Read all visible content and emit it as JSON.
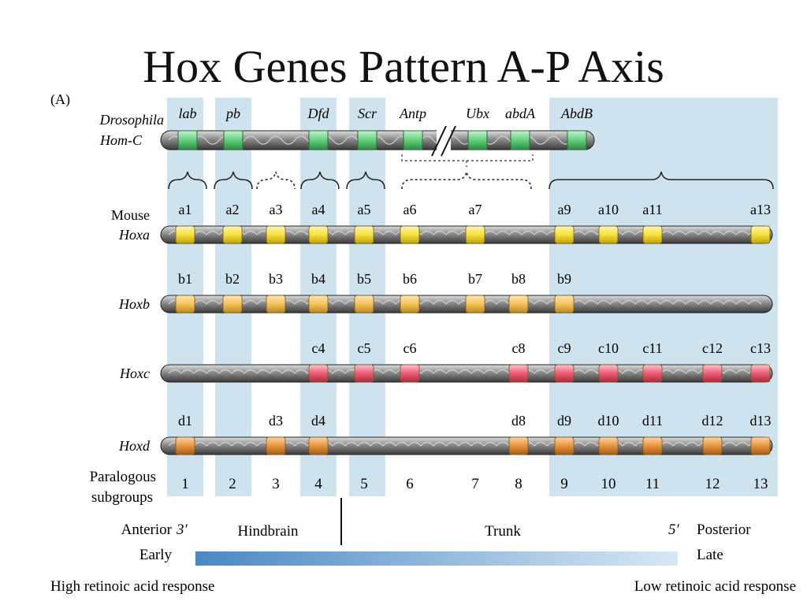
{
  "slide": {
    "title": "Hox Genes Pattern A-P Axis",
    "panel_label": "(A)"
  },
  "colors": {
    "band": "#cfe3ef",
    "green": "#5fd07a",
    "yellow": "#f6e23a",
    "orange_light": "#f6c35a",
    "red": "#ec5a73",
    "orange": "#e8943a",
    "chromosome": "#6f6f6f"
  },
  "species": {
    "drosophila": [
      "Drosophila",
      "Hom-C"
    ],
    "mouse": "Mouse"
  },
  "drosophila_genes": [
    {
      "label": "lab",
      "cluster": 1
    },
    {
      "label": "pb",
      "cluster": 2
    },
    {
      "label": "Dfd",
      "cluster": 4
    },
    {
      "label": "Scr",
      "cluster": 5
    },
    {
      "label": "Antp",
      "cluster": 6
    },
    {
      "label": "Ubx",
      "cluster": "7-8"
    },
    {
      "label": "abdA",
      "cluster": "7-8"
    },
    {
      "label": "AbdB",
      "cluster": "9-13"
    }
  ],
  "clusters": [
    {
      "name": "Hoxa",
      "color_key": "yellow",
      "genes": [
        "a1",
        "a2",
        "a3",
        "a4",
        "a5",
        "a6",
        "a7",
        "a9",
        "a10",
        "a11",
        "a13"
      ]
    },
    {
      "name": "Hoxb",
      "color_key": "orange_light",
      "genes": [
        "b1",
        "b2",
        "b3",
        "b4",
        "b5",
        "b6",
        "b7",
        "b8",
        "b9"
      ]
    },
    {
      "name": "Hoxc",
      "color_key": "red",
      "genes": [
        "c4",
        "c5",
        "c6",
        "c8",
        "c9",
        "c10",
        "c11",
        "c12",
        "c13"
      ]
    },
    {
      "name": "Hoxd",
      "color_key": "orange",
      "genes": [
        "d1",
        "d3",
        "d4",
        "d8",
        "d9",
        "d10",
        "d11",
        "d12",
        "d13"
      ]
    }
  ],
  "paralogous": {
    "label": [
      "Paralogous",
      "subgroups"
    ],
    "numbers": [
      "1",
      "2",
      "3",
      "4",
      "5",
      "6",
      "7",
      "8",
      "9",
      "10",
      "11",
      "12",
      "13"
    ]
  },
  "axis": {
    "anterior": "Anterior",
    "three_prime": "3′",
    "hindbrain": "Hindbrain",
    "trunk": "Trunk",
    "five_prime": "5′",
    "posterior": "Posterior",
    "early": "Early",
    "late": "Late",
    "high_ra": "High retinoic acid response",
    "low_ra": "Low retinoic acid response"
  }
}
